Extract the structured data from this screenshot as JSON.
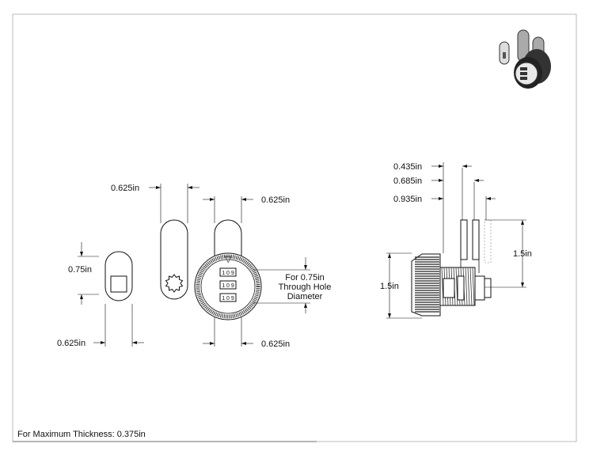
{
  "notes": {
    "max_thickness": "For Maximum Thickness: 0.375in",
    "hole_line1": "For 0.75in",
    "hole_line2": "Through Hole",
    "hole_line3": "Diameter"
  },
  "dims": {
    "square_cam_height": "0.75in",
    "square_cam_width": "0.625in",
    "star_cam_width": "0.625in",
    "dial_top_width": "0.625in",
    "dial_bottom_width": "0.625in",
    "side_cam1_offset": "0.435in",
    "side_cam2_offset": "0.685in",
    "side_cam3_offset": "0.935in",
    "side_cam_height": "1.5in",
    "side_body_height": "1.5in"
  },
  "dial": {
    "wheel1": "1 0 9",
    "wheel2": "1 0 9",
    "wheel3": "1 0 9",
    "indicator": "▽"
  },
  "colors": {
    "line": "#111111",
    "border": "#aaaaaa",
    "part_fill": "#ffffff"
  }
}
